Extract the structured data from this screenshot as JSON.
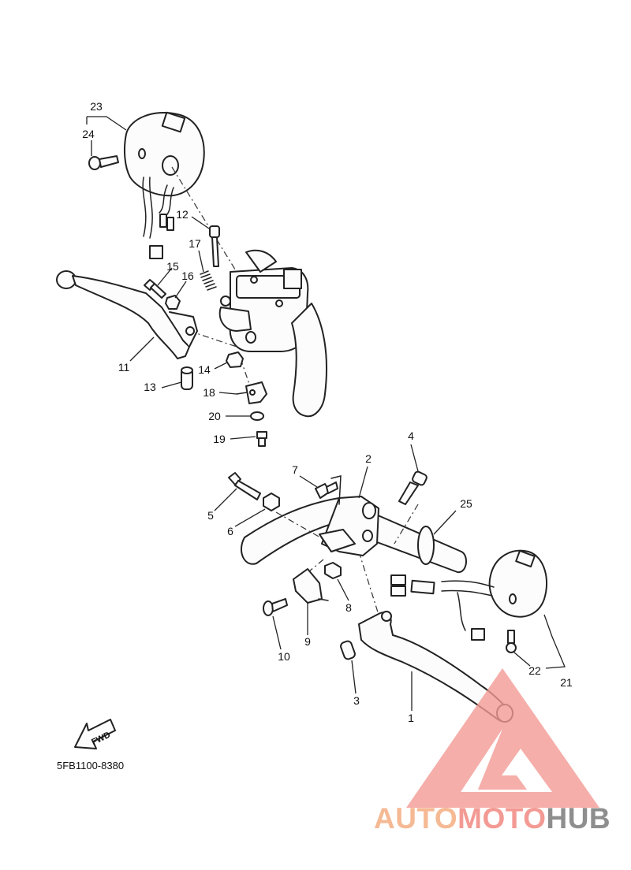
{
  "diagram": {
    "callouts": [
      {
        "id": "c23",
        "text": "23"
      },
      {
        "id": "c24",
        "text": "24"
      },
      {
        "id": "c12",
        "text": "12"
      },
      {
        "id": "c17",
        "text": "17"
      },
      {
        "id": "c15",
        "text": "15"
      },
      {
        "id": "c16",
        "text": "16"
      },
      {
        "id": "c11",
        "text": "11"
      },
      {
        "id": "c14",
        "text": "14"
      },
      {
        "id": "c13",
        "text": "13"
      },
      {
        "id": "c18",
        "text": "18"
      },
      {
        "id": "c20",
        "text": "20"
      },
      {
        "id": "c19",
        "text": "19"
      },
      {
        "id": "c4",
        "text": "4"
      },
      {
        "id": "c7",
        "text": "7"
      },
      {
        "id": "c2",
        "text": "2"
      },
      {
        "id": "c25",
        "text": "25"
      },
      {
        "id": "c5",
        "text": "5"
      },
      {
        "id": "c6",
        "text": "6"
      },
      {
        "id": "c8",
        "text": "8"
      },
      {
        "id": "c9",
        "text": "9"
      },
      {
        "id": "c10",
        "text": "10"
      },
      {
        "id": "c3",
        "text": "3"
      },
      {
        "id": "c1",
        "text": "1"
      },
      {
        "id": "c22",
        "text": "22"
      },
      {
        "id": "c21",
        "text": "21"
      }
    ],
    "fwd_arrow_text": "FWD",
    "diagram_code": "5FB1100-8380"
  },
  "watermark": {
    "part1": "AUTO",
    "part2": "MOTO",
    "part3": "HUB",
    "colors": {
      "auto": "#f5b994",
      "moto": "#f39a94",
      "hub": "#8e8e8e",
      "logo": "#f39a94"
    }
  }
}
